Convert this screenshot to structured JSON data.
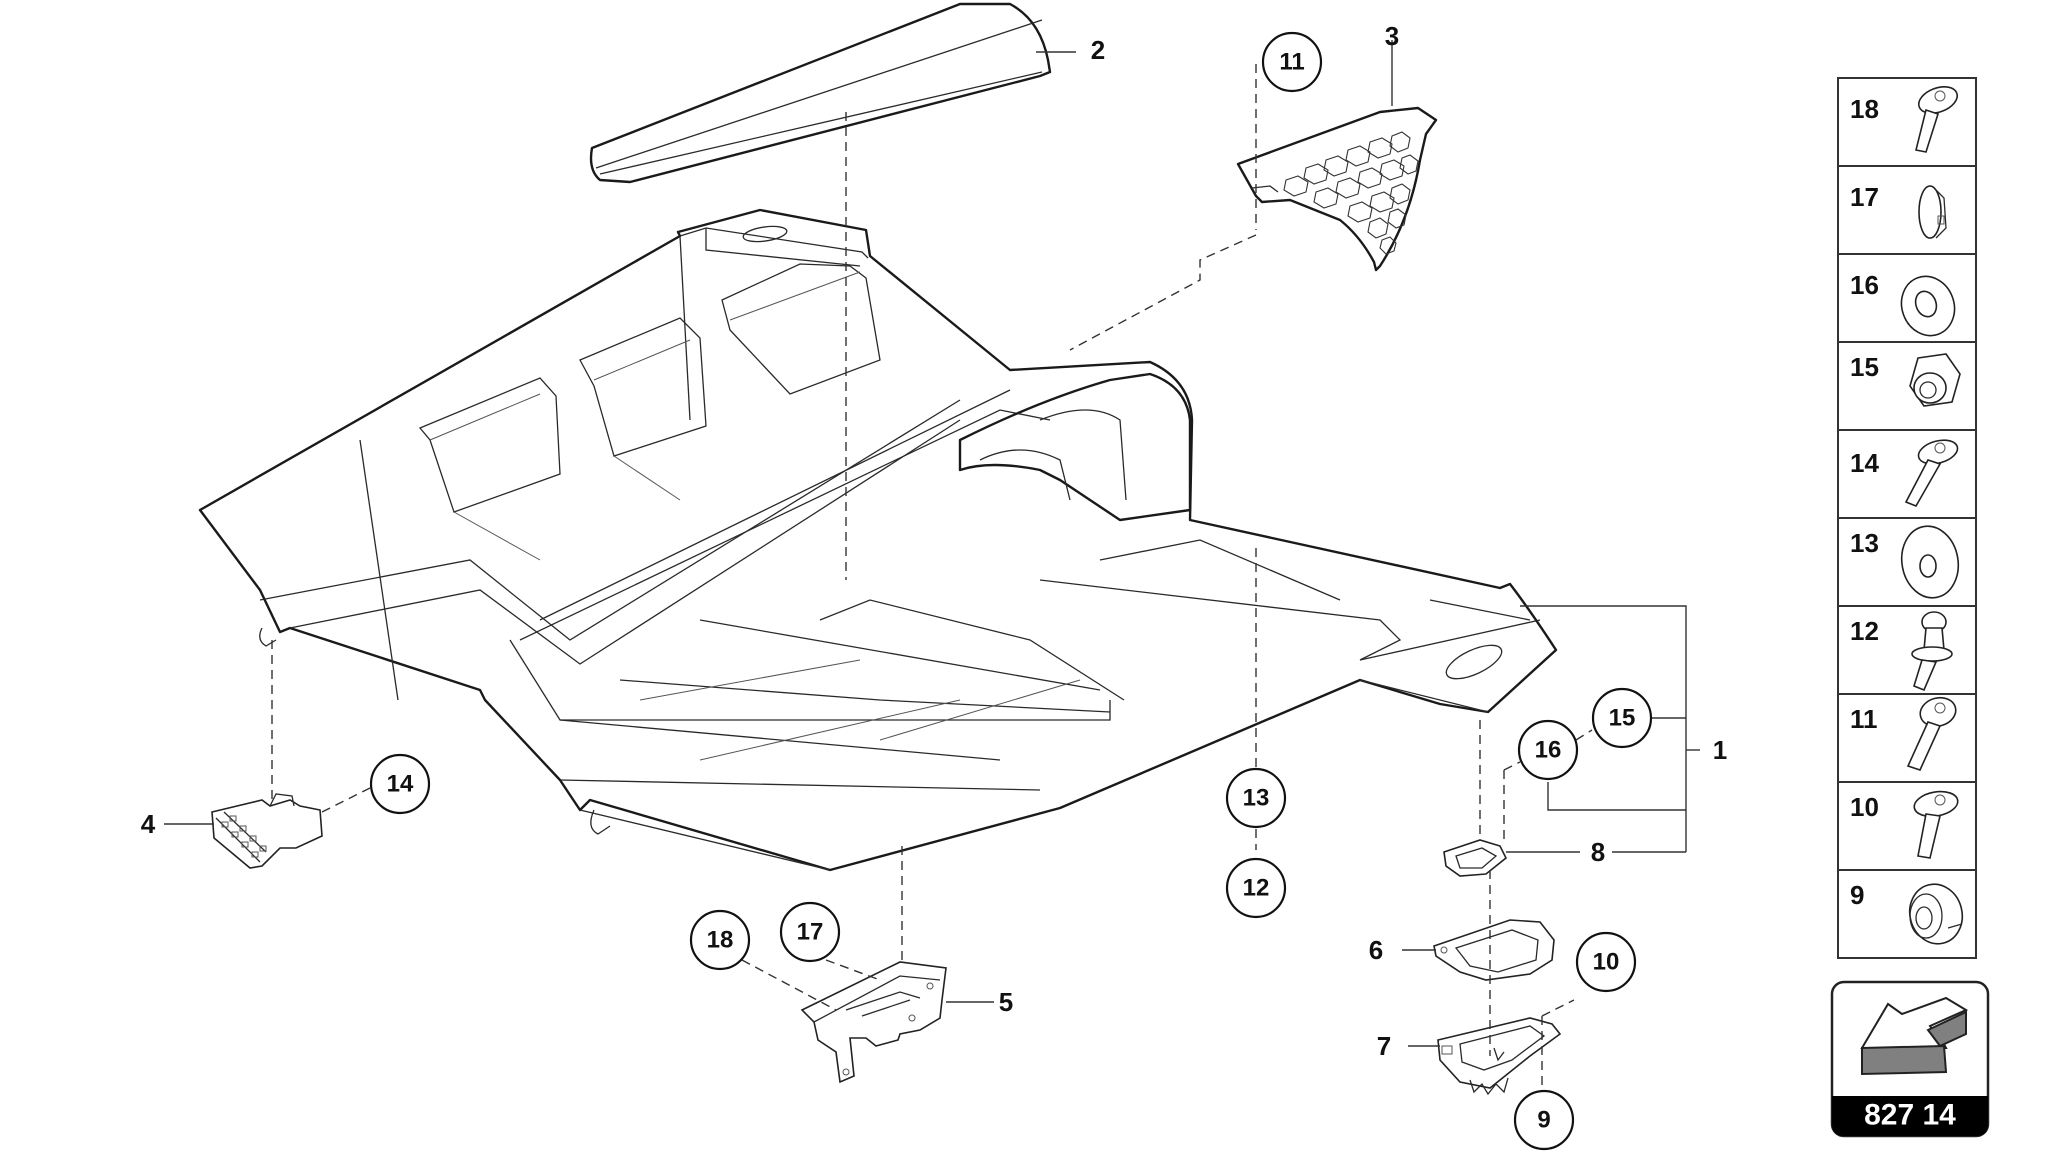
{
  "diagram": {
    "type": "exploded-parts-diagram",
    "reference_code": "827 14",
    "main_part_label": "1"
  },
  "callouts": {
    "plain": [
      {
        "id": "1",
        "label": "1"
      },
      {
        "id": "2",
        "label": "2"
      },
      {
        "id": "3",
        "label": "3"
      },
      {
        "id": "4",
        "label": "4"
      },
      {
        "id": "5",
        "label": "5"
      },
      {
        "id": "6",
        "label": "6"
      },
      {
        "id": "7",
        "label": "7"
      },
      {
        "id": "8",
        "label": "8"
      }
    ],
    "circled": [
      {
        "id": "9",
        "label": "9"
      },
      {
        "id": "10",
        "label": "10"
      },
      {
        "id": "11",
        "label": "11"
      },
      {
        "id": "12",
        "label": "12"
      },
      {
        "id": "13",
        "label": "13"
      },
      {
        "id": "14",
        "label": "14"
      },
      {
        "id": "15",
        "label": "15"
      },
      {
        "id": "16",
        "label": "16"
      },
      {
        "id": "17",
        "label": "17"
      },
      {
        "id": "18",
        "label": "18"
      }
    ]
  },
  "legend": {
    "items": [
      {
        "number": "18",
        "part_icon": "flange-bolt-icon"
      },
      {
        "number": "17",
        "part_icon": "clip-nut-icon"
      },
      {
        "number": "16",
        "part_icon": "washer-icon"
      },
      {
        "number": "15",
        "part_icon": "lock-nut-icon"
      },
      {
        "number": "14",
        "part_icon": "flange-bolt-icon"
      },
      {
        "number": "13",
        "part_icon": "washer-icon"
      },
      {
        "number": "12",
        "part_icon": "ball-stud-icon"
      },
      {
        "number": "11",
        "part_icon": "flange-bolt-icon"
      },
      {
        "number": "10",
        "part_icon": "flange-screw-icon"
      },
      {
        "number": "9",
        "part_icon": "grommet-nut-icon"
      }
    ]
  },
  "reference_badge": {
    "code": "827 14",
    "icon": "arrow-orientation-icon",
    "arrow_shade": "#808080",
    "band_color": "#000000"
  },
  "colors": {
    "line": "#1a1a1a",
    "background": "#ffffff"
  }
}
